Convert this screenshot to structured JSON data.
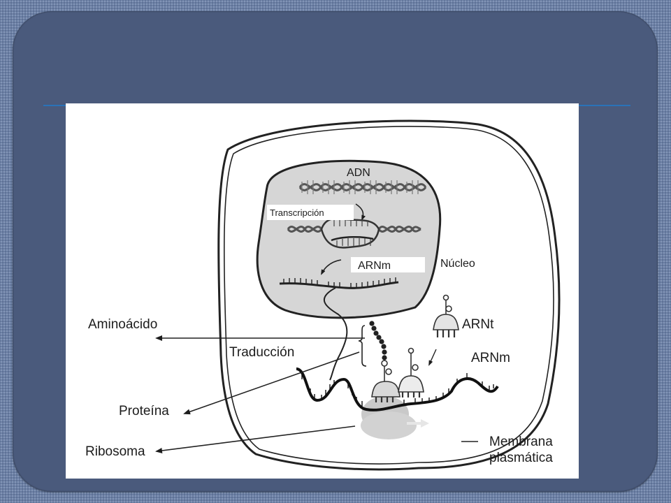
{
  "diagram": {
    "labels": {
      "adn": "ADN",
      "transcripcion": "Transcripción",
      "arnm_nucleus": "ARNm",
      "nucleo": "Núcleo",
      "arnt": "ARNt",
      "arnm_cyto": "ARNm",
      "aminoacido": "Aminoácido",
      "traduccion": "Traducción",
      "proteina": "Proteína",
      "ribosoma": "Ribosoma",
      "membrana_line1": "Membrana",
      "membrana_line2": "plasmática"
    },
    "colors": {
      "slide_background": "#6b80a6",
      "panel": "#4a5a7c",
      "accent_rule": "#2a72b8",
      "nucleus_fill": "#d6d6d6",
      "ribosome_fill": "#c9c9c9"
    }
  }
}
